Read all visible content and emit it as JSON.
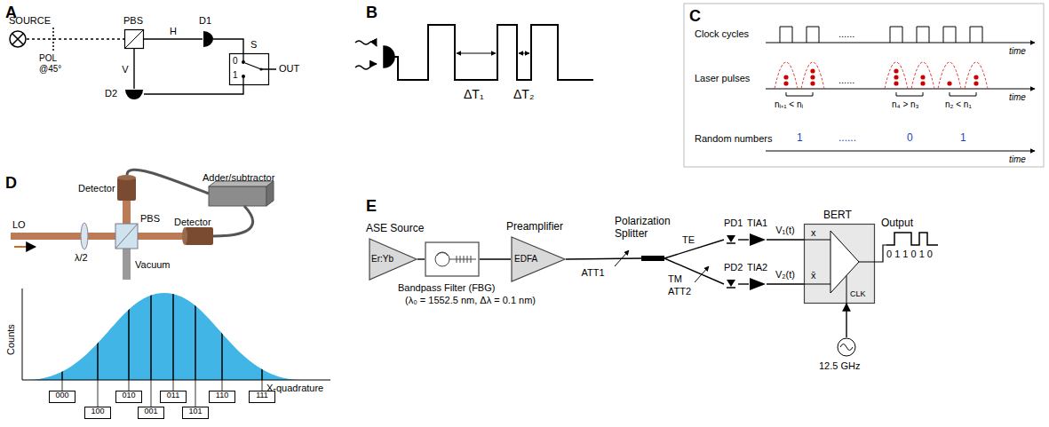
{
  "diagram": {
    "nodes": [
      {
        "text": [
          "SOURCE"
        ]
      },
      {
        "text": [
          "PBS"
        ]
      },
      {
        "text": [
          "D1"
        ]
      },
      {
        "text": [
          "D2"
        ]
      },
      {
        "text": [
          "S",
          "0",
          "1"
        ]
      },
      {
        "text": [
          "000"
        ]
      },
      {
        "text": [
          "100"
        ]
      },
      {
        "text": [
          "010"
        ]
      },
      {
        "text": [
          "001"
        ]
      },
      {
        "text": [
          "011"
        ]
      },
      {
        "text": [
          "101"
        ]
      },
      {
        "text": [
          "110"
        ]
      },
      {
        "text": [
          "111"
        ]
      },
      {
        "text": [
          "ASE Source",
          "Er:Yb"
        ]
      },
      {
        "text": [
          "Bandpass Filter (FBG)",
          "(λ₀ = 1552.5 nm, Δλ = 0.1 nm)"
        ]
      },
      {
        "text": [
          "Preamplifier",
          "EDFA"
        ]
      },
      {
        "text": [
          "Polarization Splitter"
        ]
      },
      {
        "text": [
          "PD1"
        ]
      },
      {
        "text": [
          "PD2"
        ]
      },
      {
        "text": [
          "TIA1"
        ]
      },
      {
        "text": [
          "TIA2"
        ]
      },
      {
        "text": [
          "BERT",
          "x",
          "x̄",
          "CLK"
        ]
      },
      {
        "text": [
          "12.5 GHz"
        ]
      }
    ],
    "edges": [
      {
        "from": 0,
        "to": 1,
        "arrow": "none"
      },
      {
        "from": 1,
        "to": 2,
        "label": "H",
        "arrow": "none"
      },
      {
        "from": 1,
        "to": 3,
        "label": "V",
        "arrow": "none"
      },
      {
        "from": 2,
        "to": 4,
        "arrow": "none"
      },
      {
        "from": 3,
        "to": 4,
        "arrow": "none"
      },
      {
        "from": 13,
        "to": 14,
        "arrow": "none"
      },
      {
        "from": 14,
        "to": 15,
        "arrow": "none"
      },
      {
        "from": 15,
        "to": 16,
        "label": "ATT1",
        "arrow": "none"
      },
      {
        "from": 16,
        "to": 17,
        "arrow": "none"
      },
      {
        "from": 16,
        "to": 18,
        "arrow": "none"
      },
      {
        "from": 17,
        "to": 19,
        "arrow": "none"
      },
      {
        "from": 18,
        "to": 20,
        "arrow": "none"
      },
      {
        "from": 19,
        "to": 21,
        "label": "V₁(t)",
        "arrow": "none"
      },
      {
        "from": 20,
        "to": 21,
        "label": "V₂(t)",
        "arrow": "none"
      },
      {
        "from": 22,
        "to": 21,
        "arrow": "to"
      }
    ],
    "labels": [
      "A",
      "POL @45°",
      "B",
      "ΔT₁",
      "ΔT₂",
      "C",
      "Clock cycles",
      "time",
      "......",
      "Laser pulses",
      "time",
      "nᵢ₊₁ < nᵢ",
      "......",
      "n₄ > n₃",
      "n₂ < n₁",
      "Random numbers",
      "1",
      "......",
      "0",
      "1",
      "time",
      "D",
      "LO",
      "λ/2",
      "PBS",
      "Vacuum",
      "Detector",
      "Detector",
      "Adder/subtractor",
      "Counts",
      "X-quadrature",
      "E",
      "TE",
      "ATT2",
      "TM",
      "Output",
      "0 1 1 0 1 0",
      "OUT"
    ]
  }
}
